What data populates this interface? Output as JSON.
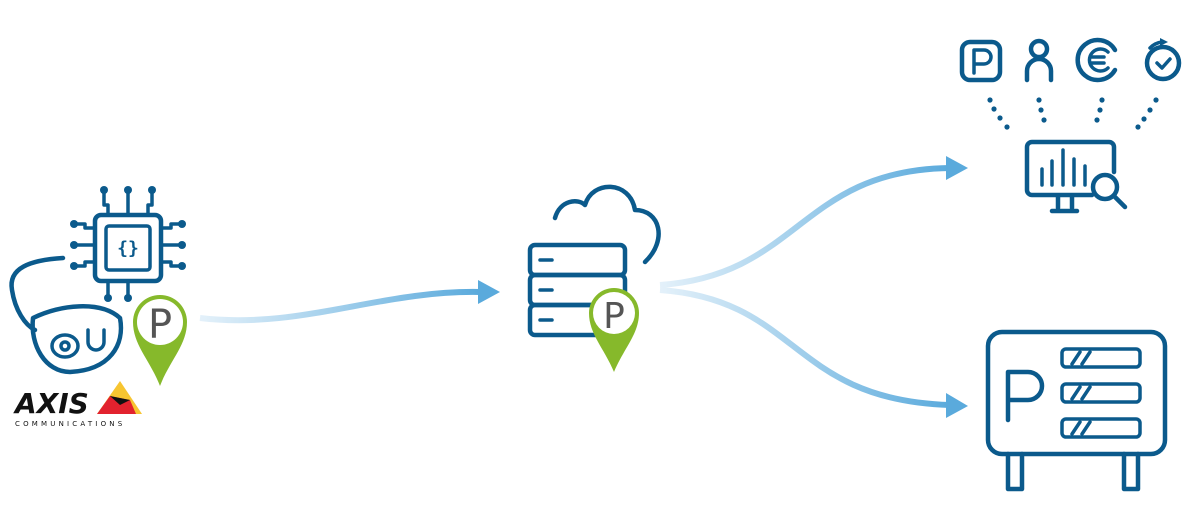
{
  "diagram": {
    "colors": {
      "icon_stroke": "#0b5a8c",
      "arrow": "#5aaadc",
      "arrow_light": "#cfe6f5",
      "pin_green": "#86b92b",
      "pin_letter": "#555555",
      "axis_yellow": "#f7c531",
      "axis_red": "#e2222e"
    },
    "nodes": [
      {
        "id": "edge-device",
        "icons": [
          "chip-code-icon",
          "dome-camera-icon",
          "parking-pin-icon"
        ]
      },
      {
        "id": "cloud-server",
        "icons": [
          "server-cloud-icon",
          "parking-pin-icon"
        ]
      },
      {
        "id": "analytics",
        "icons": [
          "parking-sign-icon",
          "person-icon",
          "euro-icon",
          "timer-check-icon",
          "monitor-analytics-icon"
        ]
      },
      {
        "id": "parking-display",
        "icons": [
          "parking-guidance-sign-icon"
        ]
      }
    ],
    "logo": {
      "brand": "AXIS",
      "sub": "COMMUNICATIONS"
    },
    "pin_letter": "P",
    "sign_letter": "P"
  }
}
